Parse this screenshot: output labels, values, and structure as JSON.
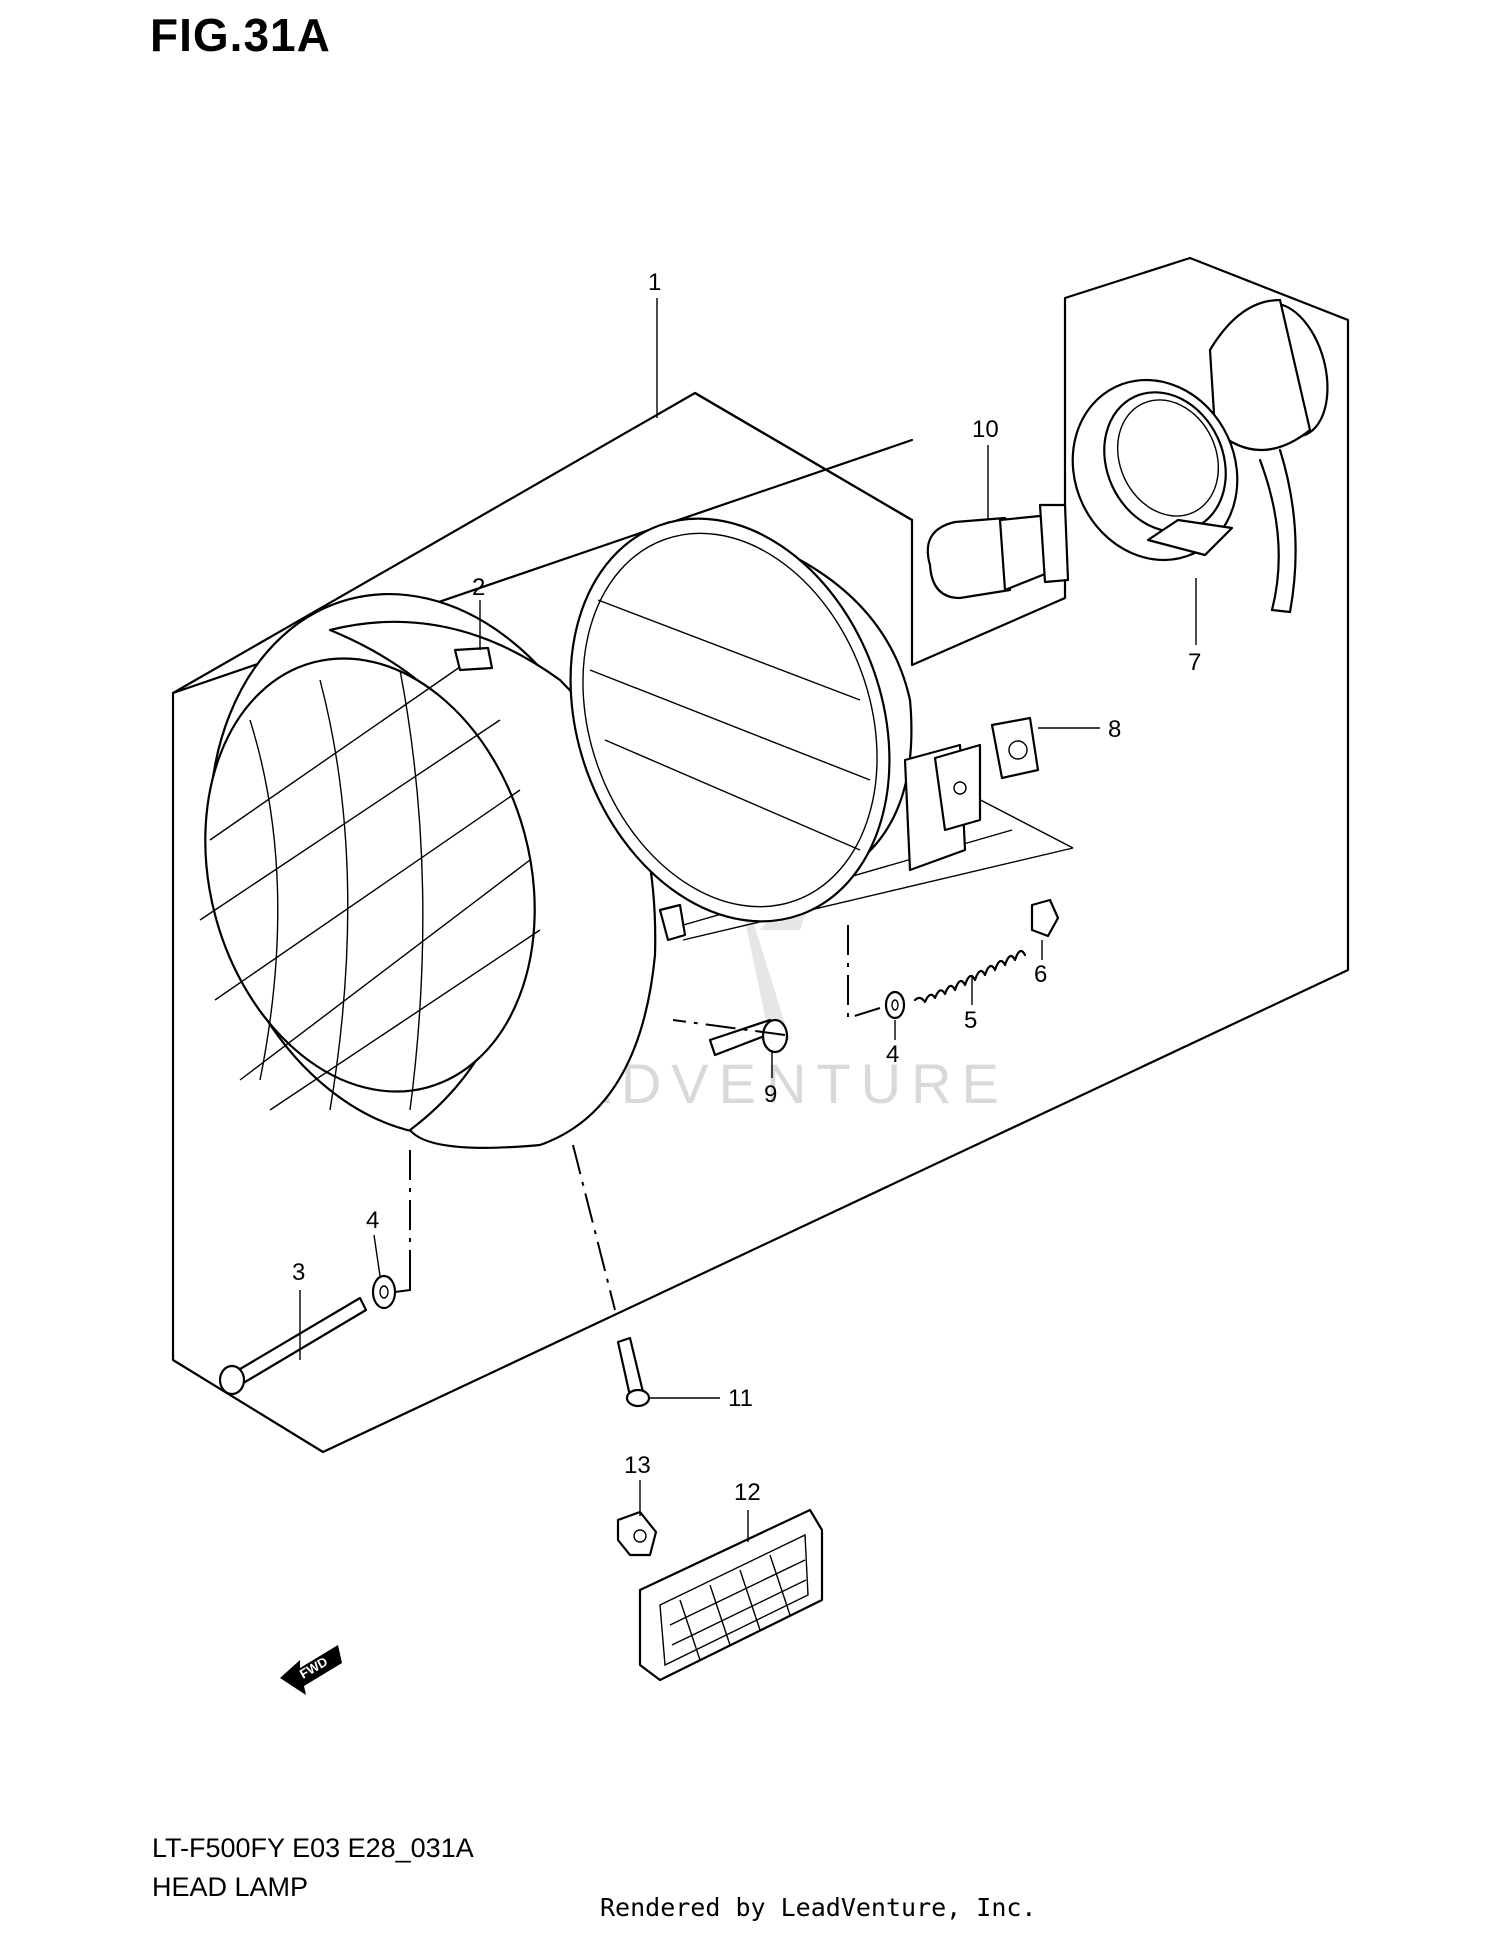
{
  "figure": {
    "title": "FIG.31A",
    "model_code": "LT-F500FY E03 E28_031A",
    "assembly_name": "HEAD LAMP"
  },
  "callouts": [
    "1",
    "2",
    "3",
    "4",
    "4",
    "5",
    "6",
    "7",
    "8",
    "9",
    "10",
    "11",
    "12",
    "13"
  ],
  "direction_marker": "FWD",
  "watermark": "LEADVENTURE",
  "footer": "Rendered by LeadVenture, Inc."
}
